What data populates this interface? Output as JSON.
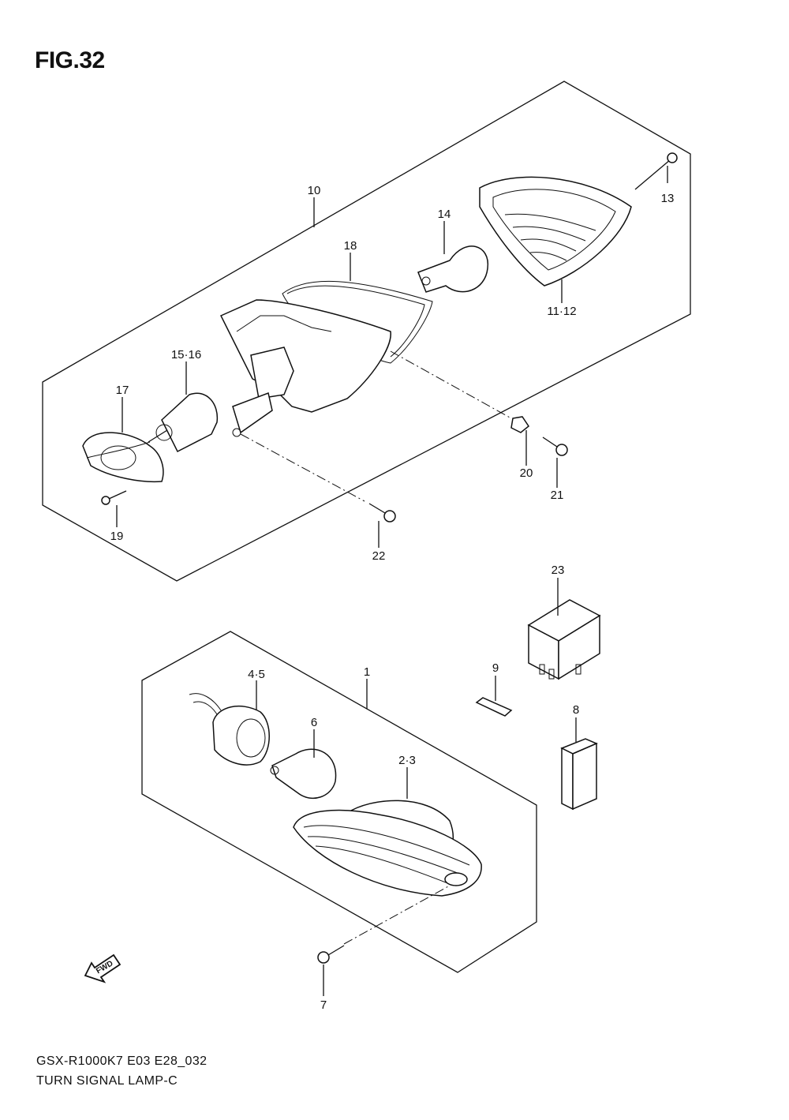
{
  "figure": {
    "title": "FIG.32"
  },
  "callouts": {
    "c1": "1",
    "c2_3": "2·3",
    "c4_5": "4·5",
    "c6": "6",
    "c7": "7",
    "c8": "8",
    "c9": "9",
    "c10": "10",
    "c11_12": "11·12",
    "c13": "13",
    "c14": "14",
    "c15_16": "15·16",
    "c17": "17",
    "c18": "18",
    "c19": "19",
    "c20": "20",
    "c21": "21",
    "c22": "22",
    "c23": "23"
  },
  "fwd_arrow": {
    "label": "FWD"
  },
  "footer": {
    "model_code": "GSX-R1000K7 E03 E28_032",
    "diagram_name": "TURN SIGNAL LAMP-C"
  }
}
